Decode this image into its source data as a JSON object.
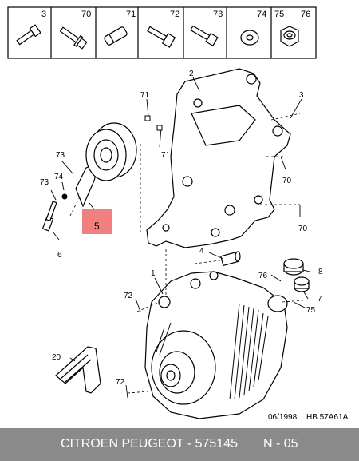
{
  "header_cells": [
    {
      "ref": "3",
      "icon": "bolt-icon"
    },
    {
      "ref": "70",
      "icon": "flange-bolt-icon"
    },
    {
      "ref": "71",
      "icon": "dowel-pin-icon"
    },
    {
      "ref": "72",
      "icon": "hex-bolt-icon"
    },
    {
      "ref": "73",
      "icon": "long-bolt-icon"
    },
    {
      "ref": "74",
      "icon": "washer-icon"
    },
    {
      "ref": "75",
      "icon": "hex-nut-icon"
    },
    {
      "ref": "76",
      "icon": "hex-nut-icon"
    }
  ],
  "callouts": {
    "c2": "2",
    "c3": "3",
    "c71a": "71",
    "c71b": "71",
    "c73a": "73",
    "c74": "74",
    "c73b": "73",
    "c5": "5",
    "c6": "6",
    "c70a": "70",
    "c70b": "70",
    "c4": "4",
    "c1": "1",
    "c8": "8",
    "c76": "76",
    "c7": "7",
    "c75": "75",
    "c72a": "72",
    "c20": "20",
    "c72b": "72"
  },
  "highlight_color": "#f08080",
  "stamp_date": "06/1998",
  "stamp_ref": "HB 57A61A",
  "footer": {
    "brand": "CITROEN PEUGEOT - 575145",
    "page": "N - 05"
  }
}
